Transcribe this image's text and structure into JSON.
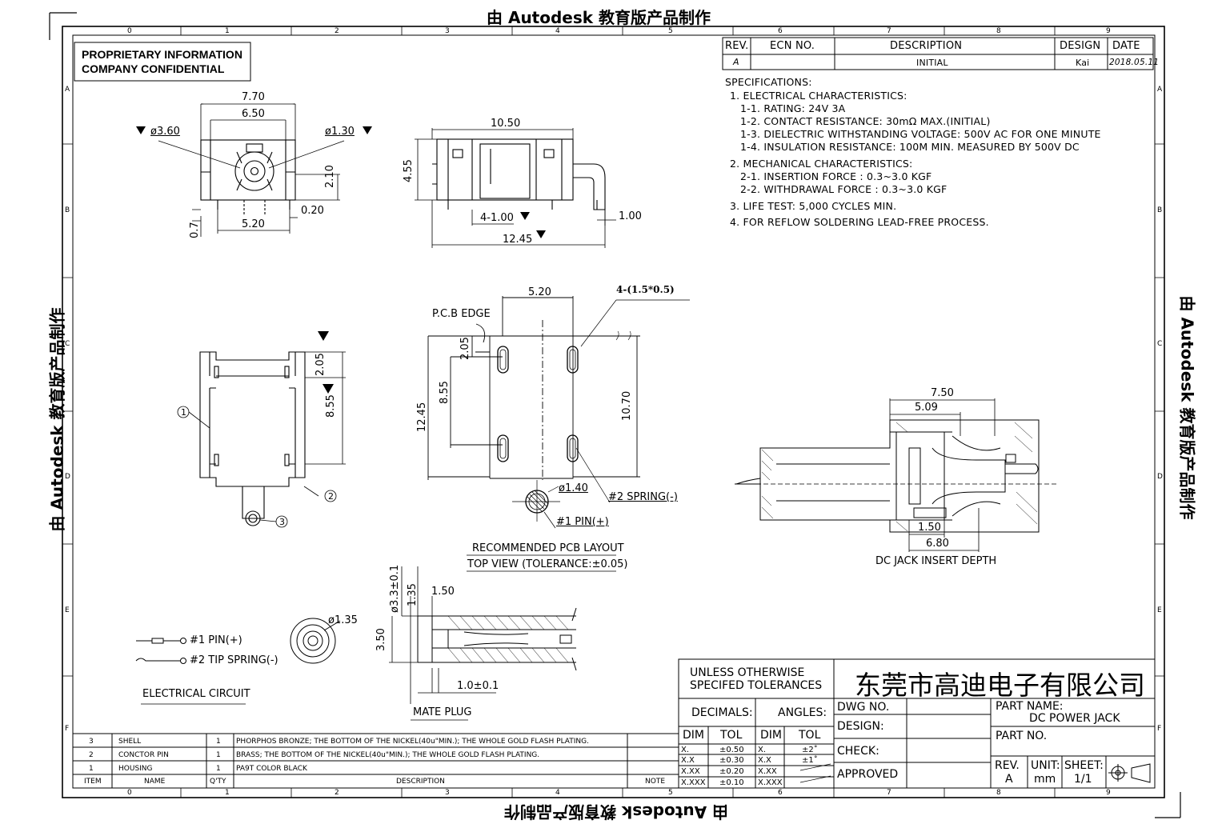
{
  "watermark": "由 Autodesk 教育版产品制作",
  "proprietary": {
    "line1": "PROPRIETARY INFORMATION",
    "line2": "COMPANY CONFIDENTIAL"
  },
  "grid": {
    "cols": [
      "0",
      "1",
      "2",
      "3",
      "4",
      "5",
      "6",
      "7",
      "8",
      "9"
    ],
    "rows": [
      "A",
      "B",
      "C",
      "D",
      "E",
      "F"
    ]
  },
  "revision_table": {
    "headers": [
      "REV.",
      "ECN NO.",
      "DESCRIPTION",
      "DESIGN",
      "DATE"
    ],
    "row": [
      "A",
      "",
      "INITIAL",
      "Kai",
      "2018.05.11"
    ]
  },
  "specifications": [
    "SPECIFICATIONS:",
    "1. ELECTRICAL CHARACTERISTICS:",
    "1-1. RATING: 24V 3A",
    "1-2. CONTACT RESISTANCE: 30mΩ MAX.(INITIAL)",
    "1-3. DIELECTRIC WITHSTANDING VOLTAGE: 500V AC FOR ONE MINUTE",
    "1-4. INSULATION RESISTANCE: 100M   MIN. MEASURED BY 500V DC",
    "2. MECHANICAL CHARACTERISTICS:",
    "2-1. INSERTION FORCE : 0.3~3.0 KGF",
    "2-2. WITHDRAWAL FORCE : 0.3~3.0 KGF",
    "3. LIFE TEST: 5,000 CYCLES MIN.",
    "4. FOR REFLOW SOLDERING LEAD-FREE PROCESS."
  ],
  "front_view": {
    "d1": "7.70",
    "d2": "6.50",
    "d3": "ø3.60",
    "d4": "ø1.30",
    "d5": "2.10",
    "d6": "0.20",
    "d7": "5.20",
    "d8": "0.7"
  },
  "side_view": {
    "d1": "10.50",
    "d2": "4.55",
    "d3": "4-1.00",
    "d4": "1.00",
    "d5": "12.45"
  },
  "top_view": {
    "d1": "2.05",
    "d2": "8.55",
    "c1": "1",
    "c2": "2",
    "c3": "3"
  },
  "pcb_layout": {
    "d1": "5.20",
    "d2": "4-(1.5*0.5)",
    "d3": "P.C.B EDGE",
    "d4": "2.05",
    "d5": "8.55",
    "d6": "12.45",
    "d7": "10.70",
    "d8": "ø1.40",
    "d9": "#2 SPRING(-)",
    "d10": "#1 PIN(+)",
    "title": "RECOMMENDED PCB LAYOUT",
    "subtitle": "TOP VIEW (TOLERANCE:±0.05)"
  },
  "insert_depth": {
    "d1": "7.50",
    "d2": "5.09",
    "d3": "1.50",
    "d4": "6.80",
    "title": "DC JACK INSERT DEPTH"
  },
  "mate_plug": {
    "d1": "ø3.3±0.1",
    "d2": "1.35",
    "d3": "1.50",
    "d4": "3.50",
    "d5": "1.0±0.1",
    "title": "MATE PLUG"
  },
  "electrical_circuit": {
    "pin": "#1 PIN(+)",
    "tip": "#2 TIP SPRING(-)",
    "dim": "ø1.35",
    "title": "ELECTRICAL CIRCUIT"
  },
  "bom": {
    "rows": [
      [
        "3",
        "SHELL",
        "1",
        "PHORPHOS BRONZE; THE BOTTOM OF THE NICKEL(40u\"MIN.); THE WHOLE GOLD FLASH PLATING."
      ],
      [
        "2",
        "CONCTOR PIN",
        "1",
        "BRASS; THE BOTTOM OF THE NICKEL(40u\"MIN.); THE WHOLE GOLD FLASH PLATING."
      ],
      [
        "1",
        "HOUSING",
        "1",
        "PA9T    COLOR BLACK"
      ]
    ],
    "headers": [
      "ITEM",
      "NAME",
      "Q'TY",
      "DESCRIPTION",
      "NOTE"
    ]
  },
  "tolerance": {
    "title1": "UNLESS OTHERWISE",
    "title2": "SPECIFED TOLERANCES",
    "decimals": "DECIMALS:",
    "angles": "ANGLES:",
    "dim": "DIM",
    "tol": "TOL",
    "dec_rows": [
      [
        "X.",
        "±0.50"
      ],
      [
        "X.X",
        "±0.30"
      ],
      [
        "X.XX",
        "±0.20"
      ],
      [
        "X.XXX",
        "±0.10"
      ]
    ],
    "ang_rows": [
      [
        "X.",
        "±2˚"
      ],
      [
        "X.X",
        "±1˚"
      ],
      [
        "X.XX",
        ""
      ],
      [
        "X.XXX",
        ""
      ]
    ]
  },
  "title_block": {
    "company": "东莞市高迪电子有限公司",
    "dwg_no": "DWG NO.",
    "design": "DESIGN:",
    "check": "CHECK:",
    "approved": "APPROVED",
    "part_name_label": "PART NAME:",
    "part_name": "DC POWER JACK",
    "part_no": "PART NO.",
    "rev_label": "REV.",
    "rev": "A",
    "unit_label": "UNIT:",
    "unit": "mm",
    "sheet_label": "SHEET:",
    "sheet": "1/1"
  }
}
